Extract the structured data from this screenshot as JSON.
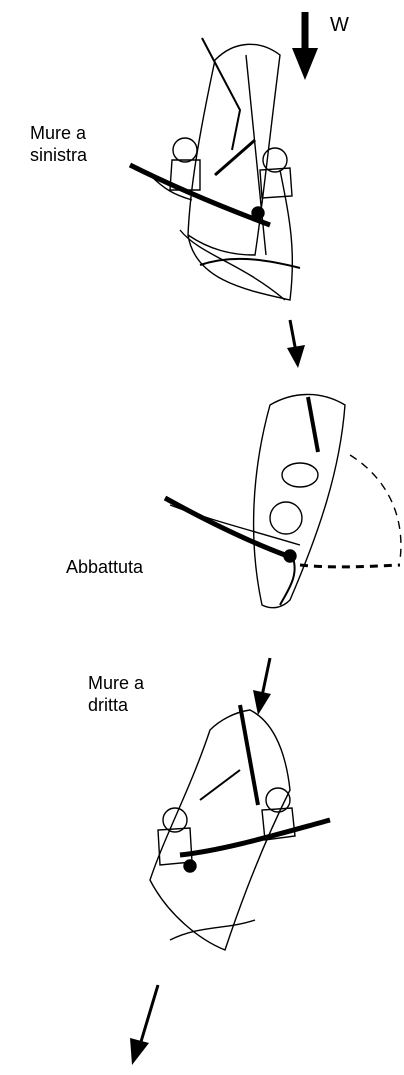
{
  "wind_label": "W",
  "stages": [
    {
      "label": "Mure a\nsinistra"
    },
    {
      "label": "Abbattuta"
    },
    {
      "label": "Mure a\ndritta"
    }
  ],
  "colors": {
    "ink": "#000000",
    "background": "#ffffff"
  }
}
